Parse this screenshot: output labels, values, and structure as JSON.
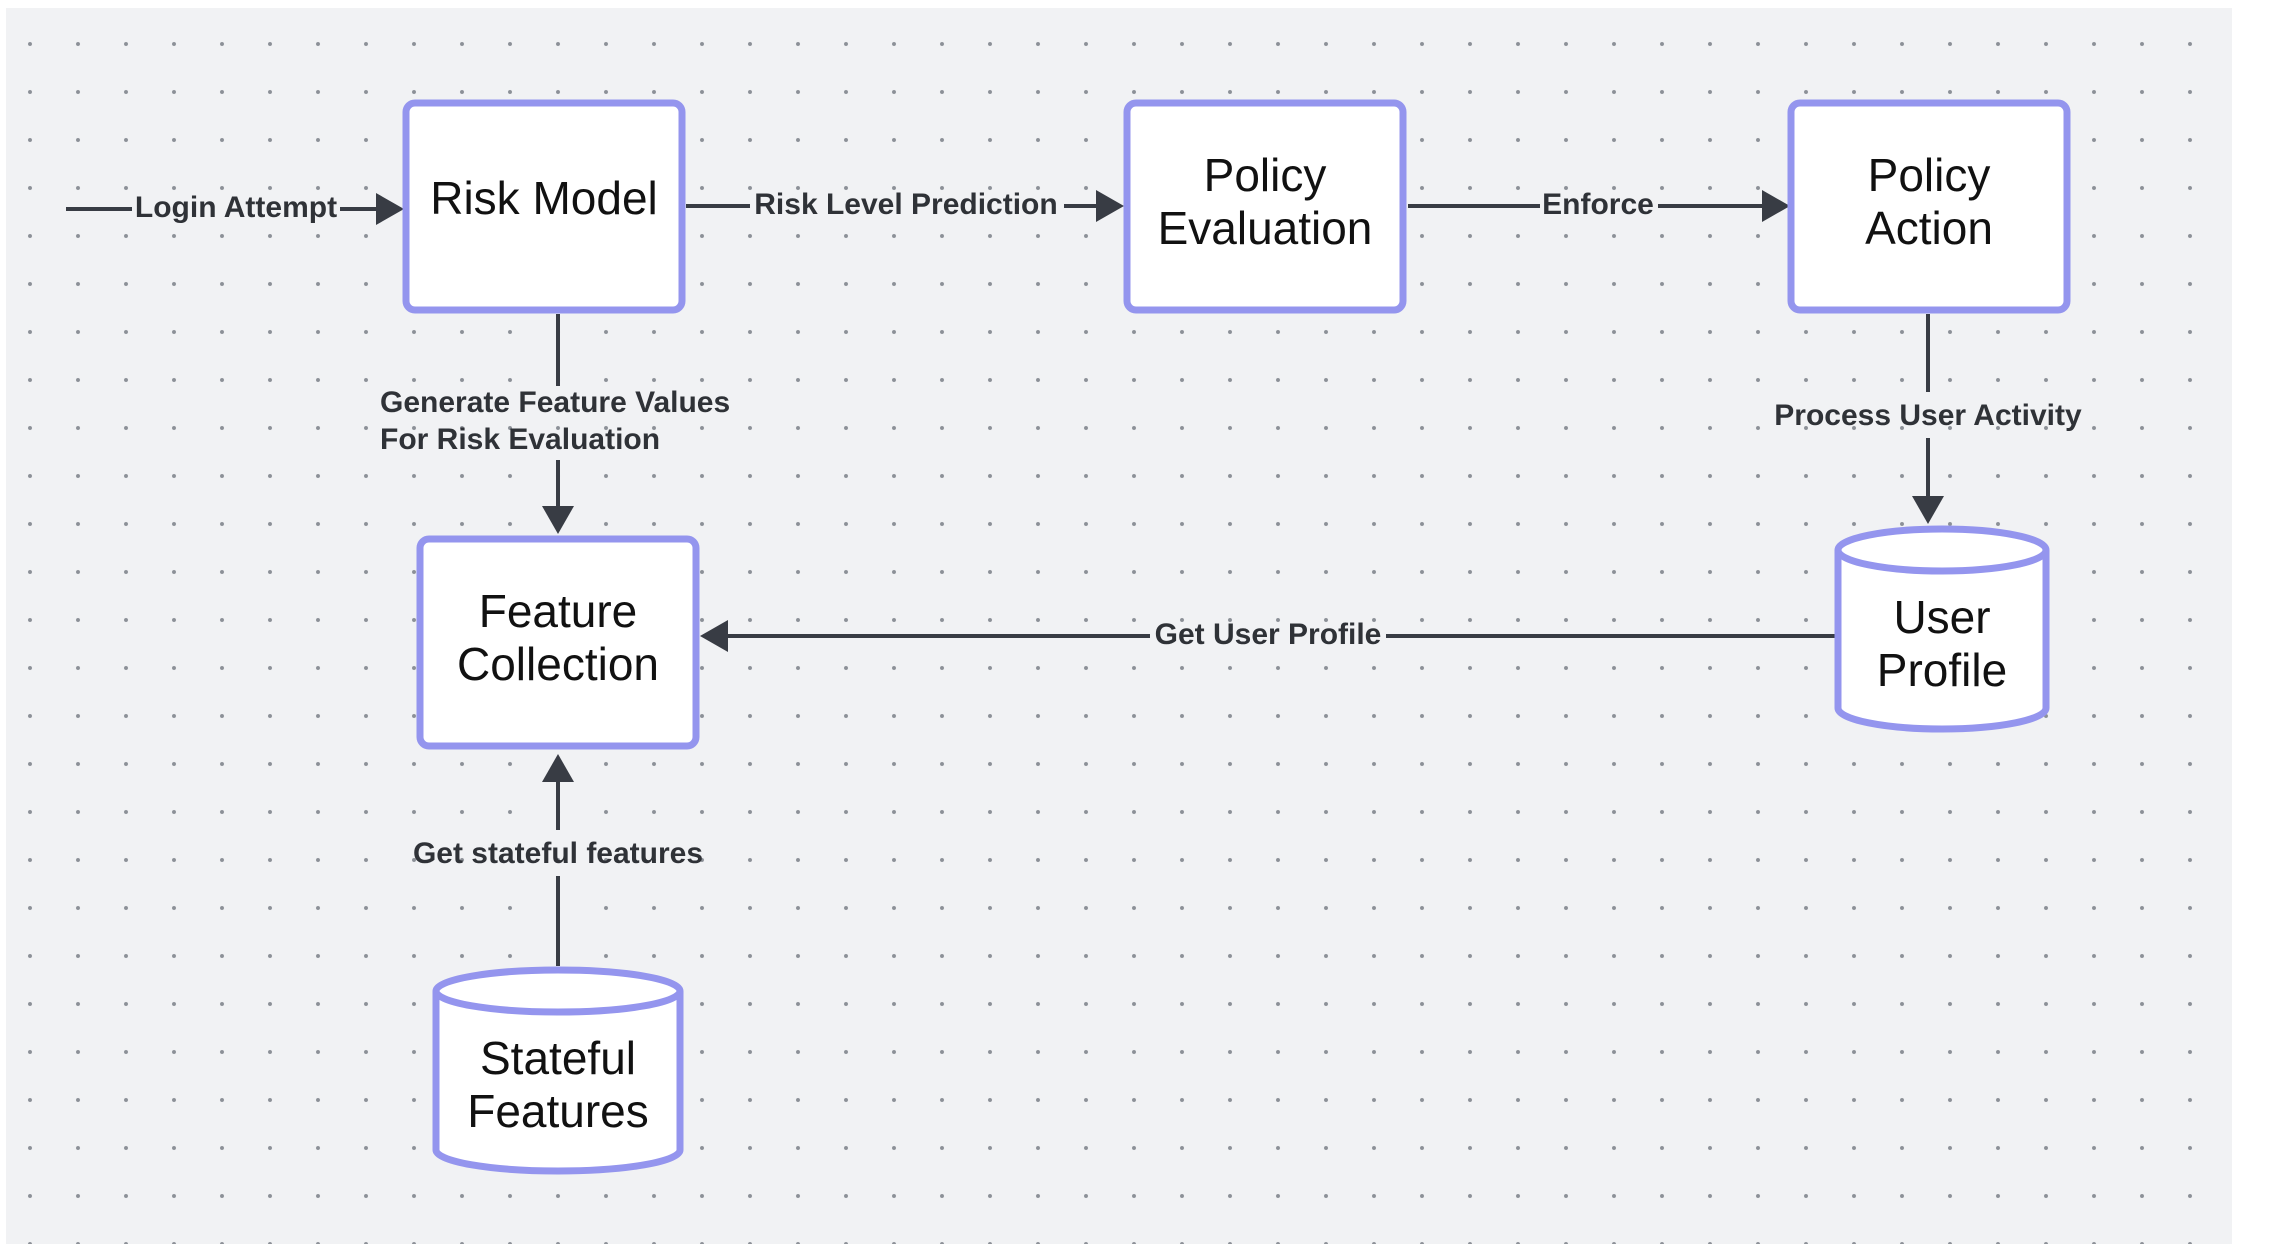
{
  "nodes": {
    "risk_model": {
      "lines": [
        "Risk Model"
      ],
      "shape": "rect"
    },
    "policy_evaluation": {
      "lines": [
        "Policy",
        "Evaluation"
      ],
      "shape": "rect"
    },
    "policy_action": {
      "lines": [
        "Policy",
        "Action"
      ],
      "shape": "rect"
    },
    "feature_collection": {
      "lines": [
        "Feature",
        "Collection"
      ],
      "shape": "rect"
    },
    "user_profile": {
      "lines": [
        "User",
        "Profile"
      ],
      "shape": "cylinder"
    },
    "stateful_features": {
      "lines": [
        "Stateful",
        "Features"
      ],
      "shape": "cylinder"
    }
  },
  "edges": {
    "login_attempt": {
      "label": "Login Attempt",
      "from": "",
      "to": "risk_model"
    },
    "risk_level_prediction": {
      "label": "Risk Level Prediction",
      "from": "risk_model",
      "to": "policy_evaluation"
    },
    "enforce": {
      "label": "Enforce",
      "from": "policy_evaluation",
      "to": "policy_action"
    },
    "generate_feature_values": {
      "label_lines": [
        "Generate Feature Values",
        "For Risk Evaluation"
      ],
      "from": "risk_model",
      "to": "feature_collection"
    },
    "process_user_activity": {
      "label": "Process User Activity",
      "from": "policy_action",
      "to": "user_profile"
    },
    "get_user_profile": {
      "label": "Get User Profile",
      "from": "user_profile",
      "to": "feature_collection"
    },
    "get_stateful_features": {
      "label": "Get stateful features",
      "from": "stateful_features",
      "to": "feature_collection"
    }
  },
  "colors": {
    "node_border": "#9495ee",
    "node_fill": "#ffffff",
    "edge": "#383c44",
    "canvas_bg": "#f1f2f4",
    "grid_dot": "#8c9097"
  }
}
